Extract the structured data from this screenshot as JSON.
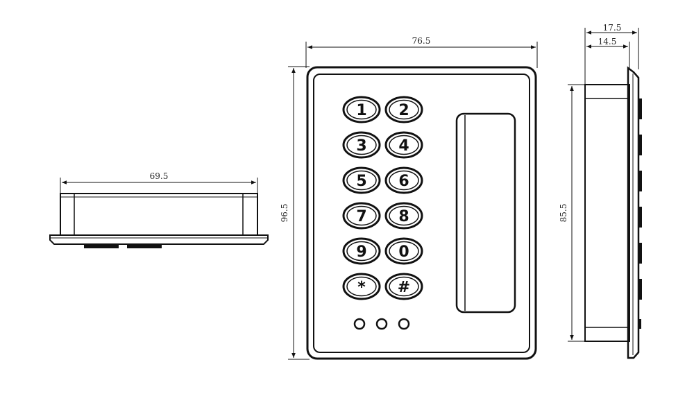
{
  "diagram": {
    "views": {
      "bottom_view": {
        "width_label": "69.5"
      },
      "front_view": {
        "width_label": "76.5",
        "height_label": "96.5",
        "keys": [
          "1",
          "2",
          "3",
          "4",
          "5",
          "6",
          "7",
          "8",
          "9",
          "0",
          "*",
          "#"
        ],
        "indicator_count": 3
      },
      "side_view": {
        "depth_total_label": "17.5",
        "depth_body_label": "14.5",
        "height_label": "85.5"
      }
    },
    "colors": {
      "line": "#111111",
      "background": "#ffffff"
    }
  }
}
